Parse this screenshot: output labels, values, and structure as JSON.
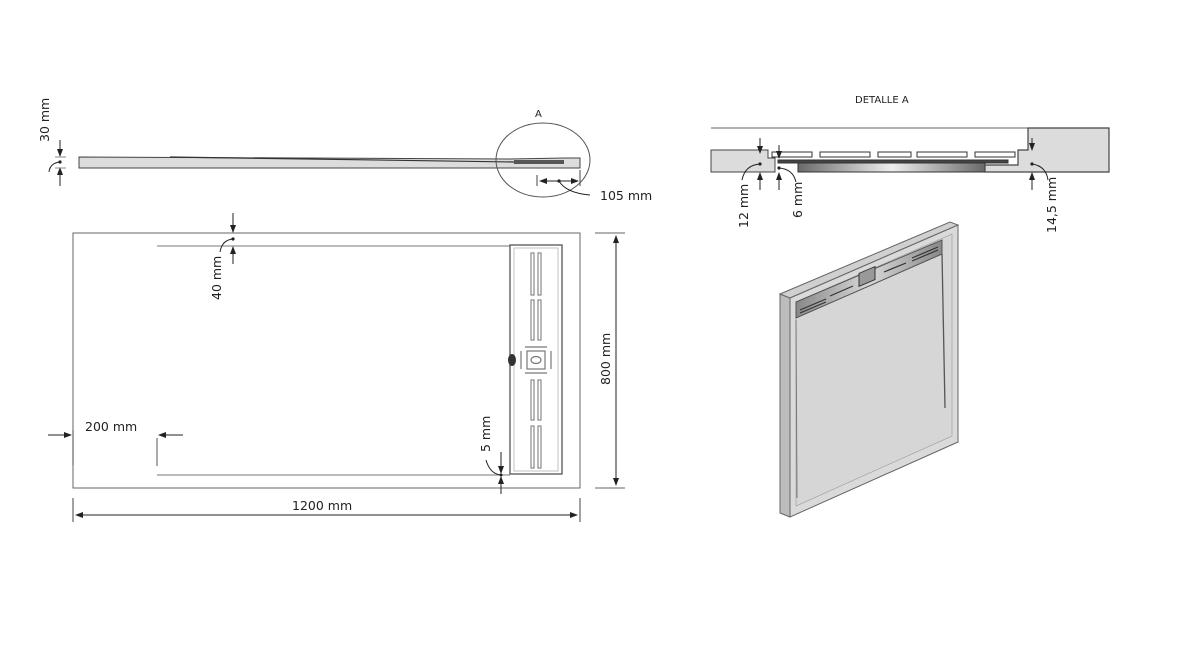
{
  "drawing": {
    "subject": "Shower tray with linear drain - technical drawing",
    "colors": {
      "line": "#555555",
      "fill_light": "#dcdcdc",
      "fill_mid": "#c8c8c8",
      "dark": "#333333",
      "background": "#ffffff"
    }
  },
  "side_view": {
    "thickness_label": "30 mm",
    "detail_marker": "A",
    "drain_width_label": "105 mm"
  },
  "top_view": {
    "edge_offset_label": "40 mm",
    "side_margin_label": "200 mm",
    "drain_gap_label": "5 mm",
    "width_label": "1200 mm",
    "height_label": "800 mm"
  },
  "detail_a": {
    "title": "DETALLE A",
    "dim_left_label": "12 mm",
    "dim_mid_label": "6 mm",
    "dim_right_label": "14,5 mm"
  },
  "isometric_view": {
    "description": "3D view of shower tray with linear drain grate"
  }
}
